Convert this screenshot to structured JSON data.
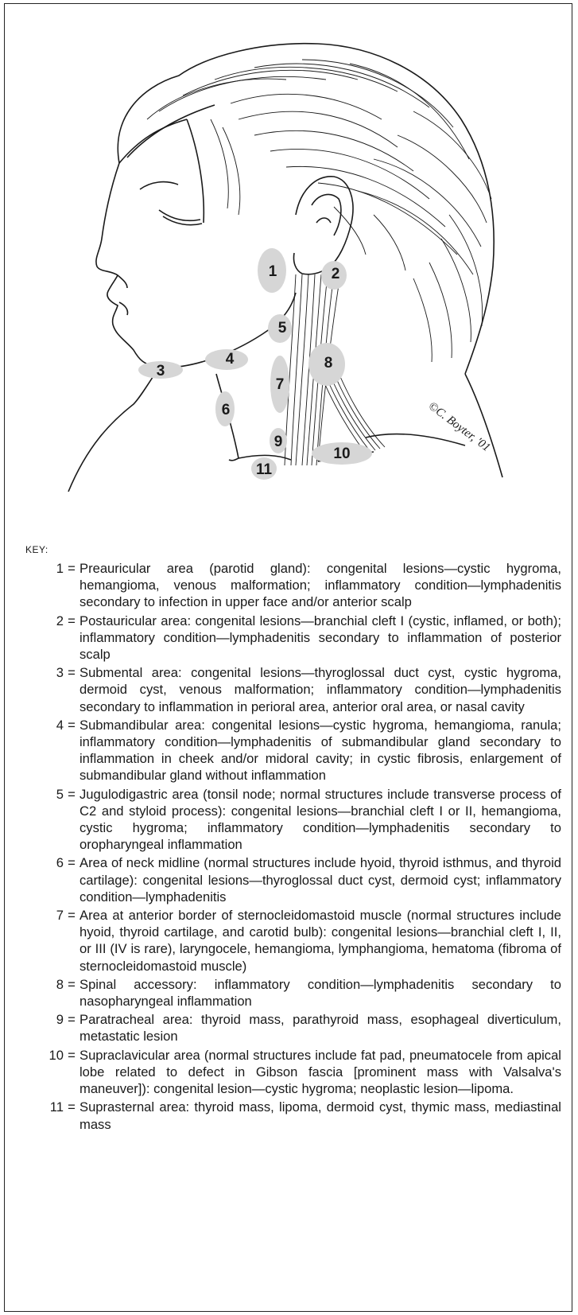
{
  "figure": {
    "credit": "©C. Boyter, '01",
    "regions": [
      "1",
      "2",
      "3",
      "4",
      "5",
      "6",
      "7",
      "8",
      "9",
      "10",
      "11"
    ]
  },
  "key": {
    "label": "KEY:",
    "items": [
      {
        "num": "1",
        "text": "Preauricular area (parotid gland): congenital lesions—cystic hygroma, hemangioma, venous malformation; inflammatory condition—lymphadenitis secondary to infection in upper face and/or anterior scalp"
      },
      {
        "num": "2",
        "text": "Postauricular area: congenital lesions—branchial cleft I (cystic, inflamed, or both); inflammatory condition—lymphadenitis secondary to inflammation of posterior scalp"
      },
      {
        "num": "3",
        "text": "Submental area: congenital lesions—thyroglossal duct cyst, cystic hygroma, dermoid cyst, venous malformation; inflammatory condition—lymphadenitis secondary to inflammation in perioral area, anterior oral area, or nasal cavity"
      },
      {
        "num": "4",
        "text": "Submandibular area: congenital lesions—cystic hygroma, hemangioma, ranula; inflammatory condition—lymphadenitis of submandibular gland secondary to inflammation in cheek and/or midoral cavity; in cystic fibrosis, enlargement of submandibular gland without inflammation"
      },
      {
        "num": "5",
        "text": "Jugulodigastric area (tonsil node; normal structures include transverse process of C2 and styloid process): congenital lesions—branchial cleft I or II, hemangioma, cystic hygroma; inflammatory condition—lymphadenitis secondary to oropharyngeal inflammation"
      },
      {
        "num": "6",
        "text": "Area of neck midline (normal structures include hyoid, thyroid isthmus, and thyroid cartilage): congenital lesions—thyroglossal duct cyst, dermoid cyst; inflammatory condition—lymphadenitis"
      },
      {
        "num": "7",
        "text": "Area at anterior border of sternocleidomastoid muscle (normal structures include hyoid, thyroid cartilage, and carotid bulb): congenital lesions—branchial cleft I, II, or III (IV is rare), laryngocele, hemangioma, lymphangioma, hematoma (fibroma of sternocleidomastoid muscle)"
      },
      {
        "num": "8",
        "text": "Spinal accessory: inflammatory condition—lymphadenitis secondary to nasopharyngeal inflammation"
      },
      {
        "num": "9",
        "text": "Paratracheal area: thyroid mass, parathyroid mass, esophageal diverticulum, metastatic lesion"
      },
      {
        "num": "10",
        "text": "Supraclavicular area (normal structures include fat pad, pneumatocele from apical lobe related to defect in Gibson fascia [prominent mass with Valsalva's maneuver]): congenital lesion—cystic hygroma; neoplastic lesion—lipoma."
      },
      {
        "num": "11",
        "text": "Suprasternal area: thyroid mass, lipoma, dermoid cyst, thymic mass, mediastinal mass"
      }
    ]
  }
}
